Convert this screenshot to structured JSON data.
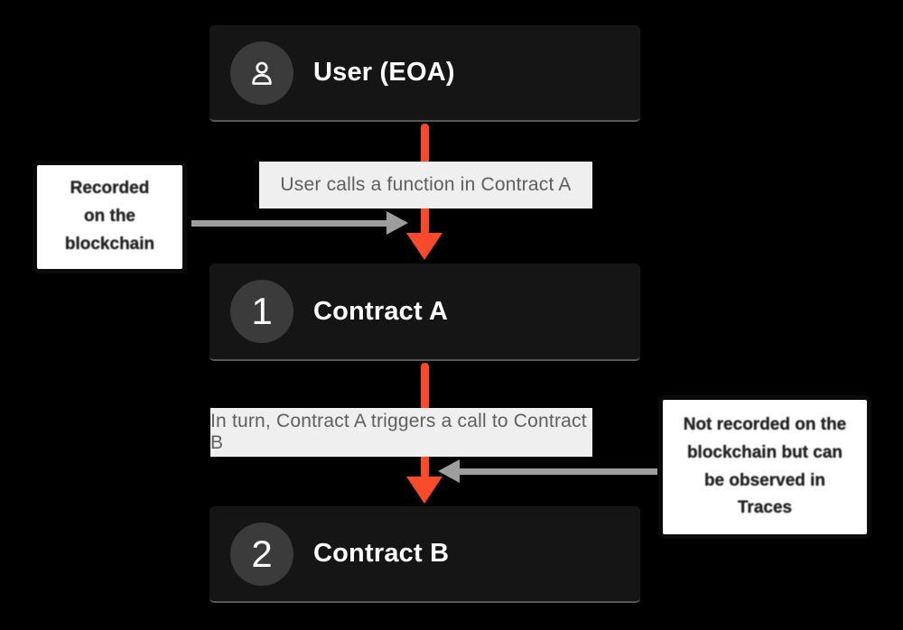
{
  "canvas": {
    "background": "#000000"
  },
  "nodes": [
    {
      "title": "User (EOA)",
      "badge": ""
    },
    {
      "title": "Contract A",
      "badge": "1"
    },
    {
      "title": "Contract B",
      "badge": "2"
    }
  ],
  "flow_labels": [
    {
      "text": "User calls a function in Contract A"
    },
    {
      "text": "In turn, Contract A triggers a call to Contract B"
    }
  ],
  "callouts": [
    {
      "text": "Recorded\non the\nblockchain"
    },
    {
      "text": "Not recorded on the\nblockchain but can\nbe observed in\nTraces"
    }
  ],
  "icons": [
    {
      "name": "user-icon"
    },
    {
      "name": "arrow-down-icon"
    },
    {
      "name": "arrow-right-icon"
    },
    {
      "name": "arrow-left-icon"
    }
  ],
  "colors": {
    "background": "#000000",
    "node_bg": "#151515",
    "node_bottom_line": "#585858",
    "badge_bg": "#3b3b3b",
    "title_text": "#ffffff",
    "flow_arrow": "#f94a2b",
    "annotation_arrow": "#9d9d9d",
    "label_bg": "#efefef",
    "label_text": "#5f5f5f",
    "callout_bg": "#ffffff",
    "callout_border": "#0a0a0a",
    "callout_text": "#242424"
  }
}
